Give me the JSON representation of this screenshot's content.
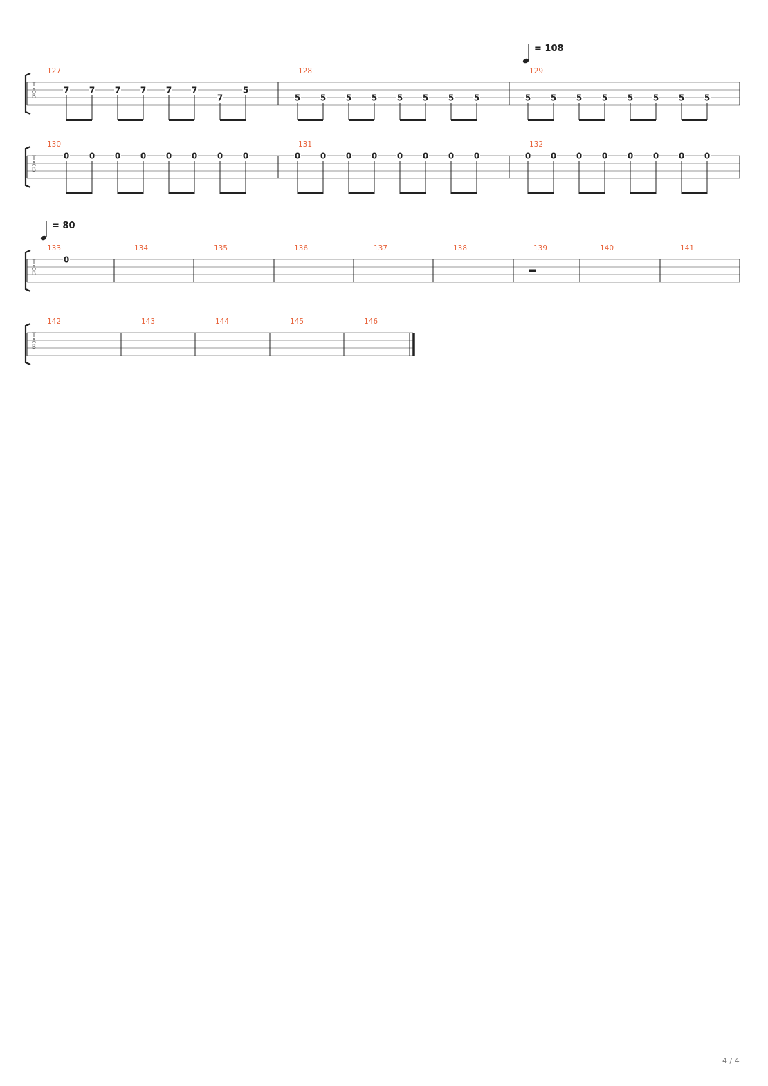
{
  "colors": {
    "measure_number": "#e8643c",
    "ink": "#222222",
    "staff_line": "#9a9a9a",
    "tab_clef": "#555555"
  },
  "tab_clef": [
    "T",
    "A",
    "B"
  ],
  "page": {
    "label": "4 / 4"
  },
  "tempo_marks": [
    {
      "value": "108",
      "system": 0,
      "before_measure": 129
    },
    {
      "value": "80",
      "system": 2,
      "before_measure": 133
    }
  ],
  "systems": [
    {
      "measures": [
        {
          "number": "127",
          "beamed": true,
          "notes": [
            {
              "fret": "7",
              "string": 2
            },
            {
              "fret": "7",
              "string": 2
            },
            {
              "fret": "7",
              "string": 2
            },
            {
              "fret": "7",
              "string": 2
            },
            {
              "fret": "7",
              "string": 2
            },
            {
              "fret": "7",
              "string": 2
            },
            {
              "fret": "7",
              "string": 3
            },
            {
              "fret": "5",
              "string": 2
            }
          ]
        },
        {
          "number": "128",
          "beamed": true,
          "notes": [
            {
              "fret": "5",
              "string": 3
            },
            {
              "fret": "5",
              "string": 3
            },
            {
              "fret": "5",
              "string": 3
            },
            {
              "fret": "5",
              "string": 3
            },
            {
              "fret": "5",
              "string": 3
            },
            {
              "fret": "5",
              "string": 3
            },
            {
              "fret": "5",
              "string": 3
            },
            {
              "fret": "5",
              "string": 3
            }
          ]
        },
        {
          "number": "129",
          "beamed": true,
          "notes": [
            {
              "fret": "5",
              "string": 3
            },
            {
              "fret": "5",
              "string": 3
            },
            {
              "fret": "5",
              "string": 3
            },
            {
              "fret": "5",
              "string": 3
            },
            {
              "fret": "5",
              "string": 3
            },
            {
              "fret": "5",
              "string": 3
            },
            {
              "fret": "5",
              "string": 3
            },
            {
              "fret": "5",
              "string": 3
            }
          ]
        }
      ]
    },
    {
      "measures": [
        {
          "number": "130",
          "beamed": true,
          "notes": [
            {
              "fret": "0",
              "string": 1
            },
            {
              "fret": "0",
              "string": 1
            },
            {
              "fret": "0",
              "string": 1
            },
            {
              "fret": "0",
              "string": 1
            },
            {
              "fret": "0",
              "string": 1
            },
            {
              "fret": "0",
              "string": 1
            },
            {
              "fret": "0",
              "string": 1
            },
            {
              "fret": "0",
              "string": 1
            }
          ]
        },
        {
          "number": "131",
          "beamed": true,
          "notes": [
            {
              "fret": "0",
              "string": 1
            },
            {
              "fret": "0",
              "string": 1
            },
            {
              "fret": "0",
              "string": 1
            },
            {
              "fret": "0",
              "string": 1
            },
            {
              "fret": "0",
              "string": 1
            },
            {
              "fret": "0",
              "string": 1
            },
            {
              "fret": "0",
              "string": 1
            },
            {
              "fret": "0",
              "string": 1
            }
          ]
        },
        {
          "number": "132",
          "beamed": true,
          "notes": [
            {
              "fret": "0",
              "string": 1
            },
            {
              "fret": "0",
              "string": 1
            },
            {
              "fret": "0",
              "string": 1
            },
            {
              "fret": "0",
              "string": 1
            },
            {
              "fret": "0",
              "string": 1
            },
            {
              "fret": "0",
              "string": 1
            },
            {
              "fret": "0",
              "string": 1
            },
            {
              "fret": "0",
              "string": 1
            }
          ]
        }
      ]
    },
    {
      "measures": [
        {
          "number": "133",
          "beamed": false,
          "notes": [
            {
              "fret": "0",
              "string": 1
            }
          ]
        },
        {
          "number": "134",
          "beamed": false,
          "notes": []
        },
        {
          "number": "135",
          "beamed": false,
          "notes": []
        },
        {
          "number": "136",
          "beamed": false,
          "notes": []
        },
        {
          "number": "137",
          "beamed": false,
          "notes": []
        },
        {
          "number": "138",
          "beamed": false,
          "notes": []
        },
        {
          "number": "139",
          "beamed": false,
          "notes": [],
          "rest": "half"
        },
        {
          "number": "140",
          "beamed": false,
          "notes": []
        },
        {
          "number": "141",
          "beamed": false,
          "notes": []
        }
      ]
    },
    {
      "measures": [
        {
          "number": "142",
          "beamed": false,
          "notes": []
        },
        {
          "number": "143",
          "beamed": false,
          "notes": []
        },
        {
          "number": "144",
          "beamed": false,
          "notes": []
        },
        {
          "number": "145",
          "beamed": false,
          "notes": []
        },
        {
          "number": "146",
          "beamed": false,
          "notes": [],
          "final": true
        }
      ]
    }
  ]
}
